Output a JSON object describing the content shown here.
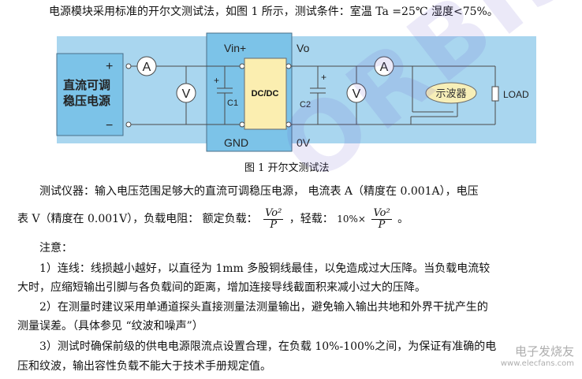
{
  "intro": "电源模块采用标准的开尔文测试法，如图 1 所示，测试条件：室温 Ta =25℃  湿度<75%。",
  "diagram": {
    "source_label_1": "直流可调",
    "source_label_2": "稳压电源",
    "plus": "+",
    "minus": "−",
    "ammeter": "A",
    "voltmeter": "V",
    "vin": "Vin+",
    "vo": "Vo",
    "gnd": "GND",
    "ov": "0V",
    "c1": "C1",
    "c2": "C2",
    "module": "DC/DC",
    "scope": "示波器",
    "load": "LOAD",
    "colors": {
      "panel": "#a9d6ef",
      "module_box": "#7cc3e8",
      "dcdc": "#fbeeb0",
      "scope": "#f7efb8",
      "wire": "#4a4a4a"
    }
  },
  "caption": "图 1  开尔文测试法",
  "p1_a": "测试仪器：输入电压范围足够大的直流可调稳压电源， 电流表 A（精度在 0.001A），电压",
  "p1_b": "表 V（精度在 0.001V），负载电阻： 额定负载：",
  "p1_c": "，轻载：",
  "p1_d": "10%×",
  "p1_e": "。",
  "formula": {
    "num": "Vo²",
    "den": "P"
  },
  "note_title": "注意：",
  "n1_a": "1）连线：线损越小越好，以直径为 1mm 多股铜线最佳，以免造成过大压降。当负载电流较",
  "n1_b": "大时，应缩短输出引脚与各负载间的距离，增加连接导线截面积来减小过大的压降。",
  "n2_a": "2）在测量时建议采用单通道探头直接测量法测量输出，避免输入输出共地和外界干扰产生的",
  "n2_b": "测量误差。（具体参见 “纹波和噪声”）",
  "n3_a": "3）测试时确保前级的供电电源限流点设置合理，在负载 10%-100%之间，为保证有准确的电",
  "n3_b": "压和纹波，输出容性负载不能大于技术手册规定值。",
  "watermark": "ORBISUN",
  "site_logo": "电子发烧友",
  "site_url": "www.elecfans.com"
}
